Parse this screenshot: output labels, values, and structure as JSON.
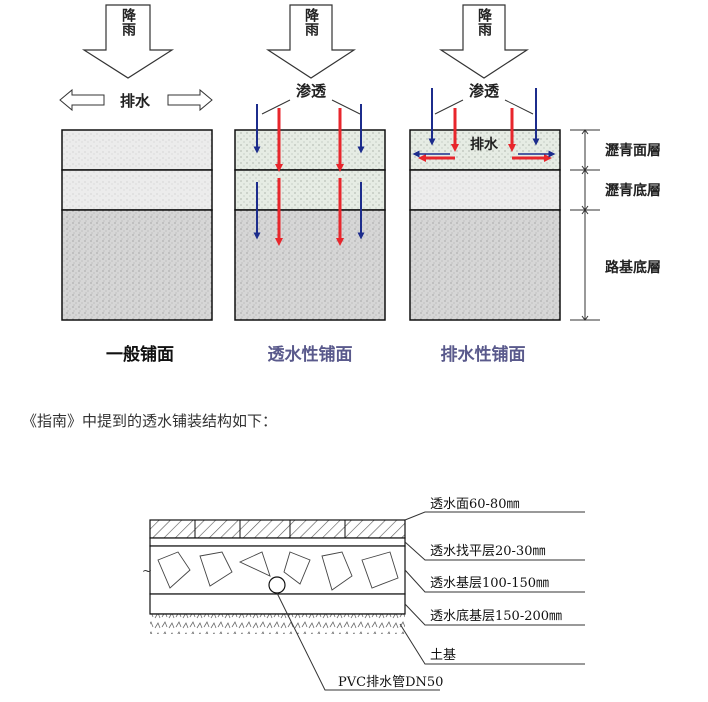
{
  "top_diagram": {
    "rain_label": "降雨",
    "drain_label": "排水",
    "seep_label": "渗透",
    "inner_drain_label": "排水",
    "pavement_titles": [
      "一般铺面",
      "透水性铺面",
      "排水性铺面"
    ],
    "layer_labels": [
      "瀝青面層",
      "瀝青底層",
      "路基底層"
    ],
    "colors": {
      "water_arrow_red": "#e8262c",
      "water_arrow_blue": "#1c2c8c",
      "subtitle_purple": "#5a5a8c",
      "layer_fill_light": "#f0f0f0",
      "layer_fill_speckled": "#d8d8d8"
    }
  },
  "caption": "《指南》中提到的透水铺装结构如下：",
  "bottom_diagram": {
    "layer_callouts": [
      "透水面60-80㎜",
      "透水找平层20-30㎜",
      "透水基层100-150㎜",
      "透水底基层150-200㎜",
      "土基"
    ],
    "pipe_callout": "PVC排水管DN50"
  }
}
